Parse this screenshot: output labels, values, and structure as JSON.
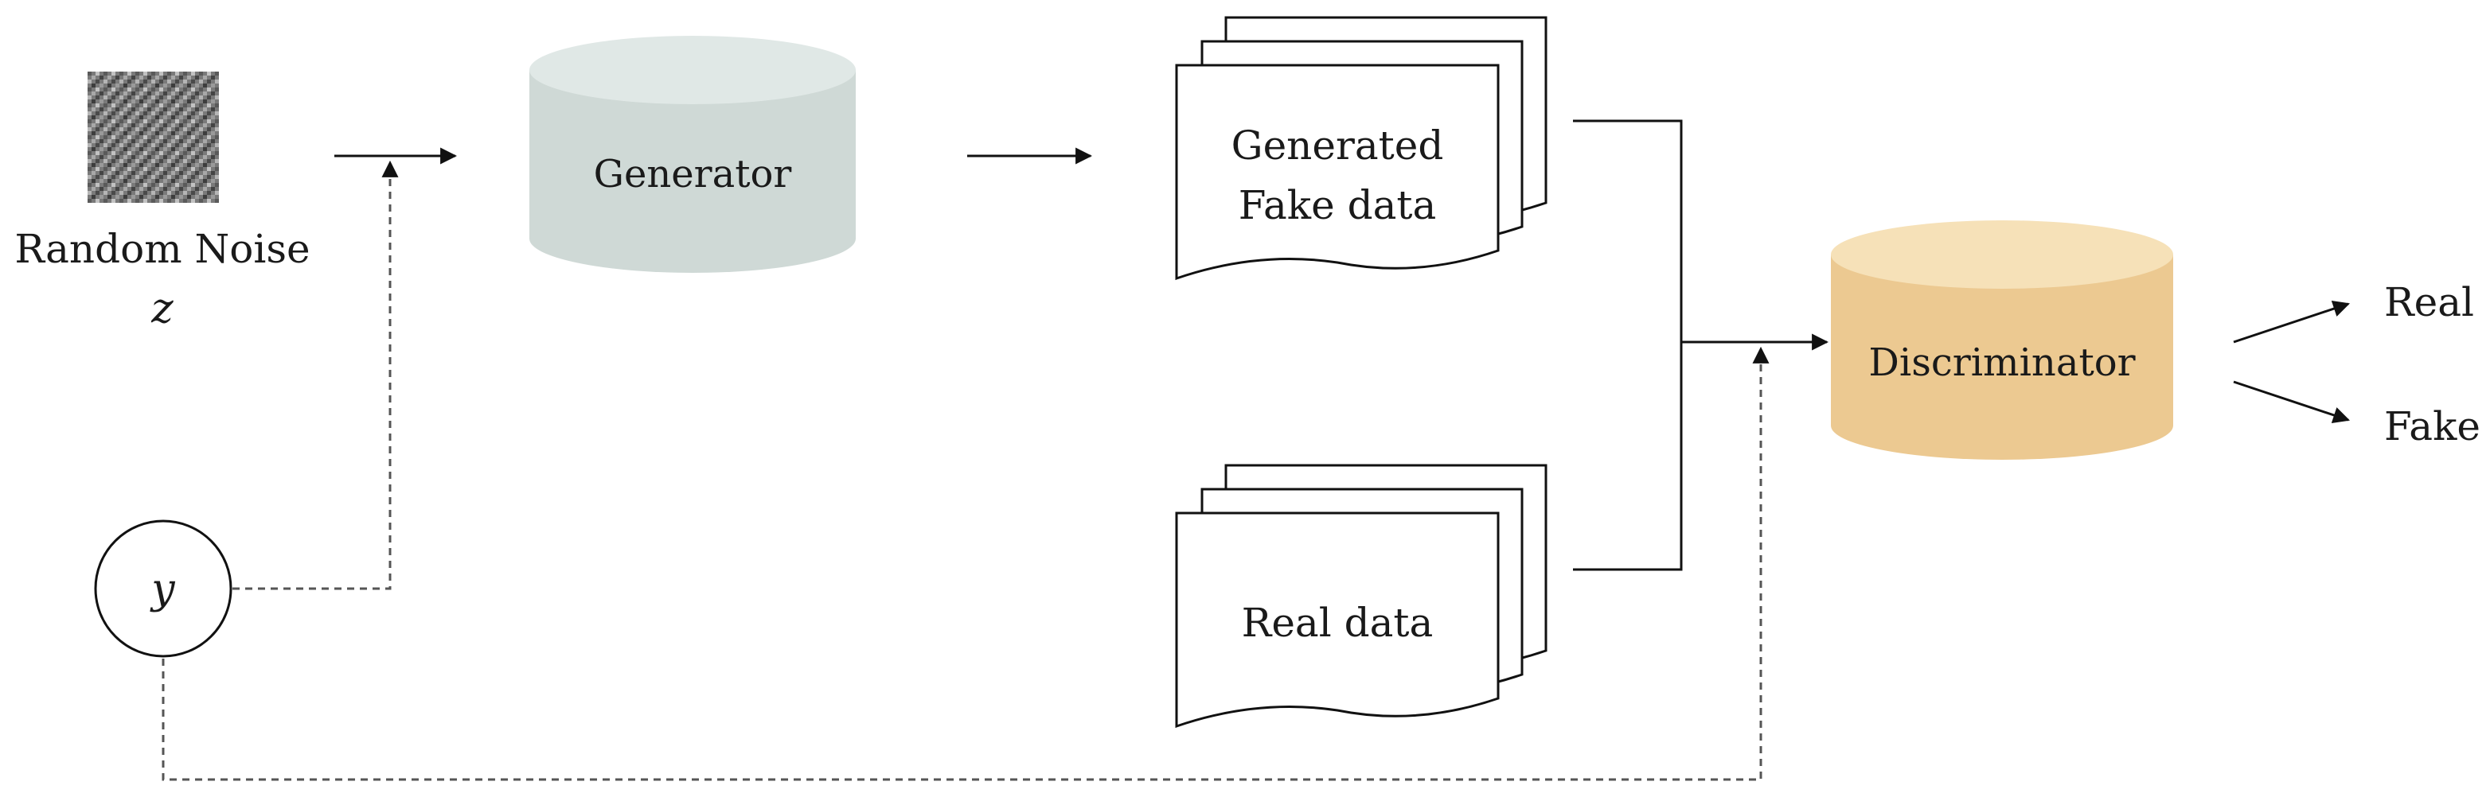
{
  "input": {
    "noise_label": "Random Noise",
    "noise_symbol": "z",
    "condition_symbol": "y"
  },
  "blocks": {
    "generator": "Generator",
    "discriminator": "Discriminator"
  },
  "documents": {
    "generated_line1": "Generated",
    "generated_line2": "Fake data",
    "real": "Real data"
  },
  "outputs": {
    "real": "Real",
    "fake": "Fake"
  },
  "colors": {
    "generator_body": "#cfd9d6",
    "generator_top": "#e0e8e6",
    "discriminator_body": "#ecc991",
    "discriminator_top": "#f6e1b8",
    "line": "#111111"
  }
}
